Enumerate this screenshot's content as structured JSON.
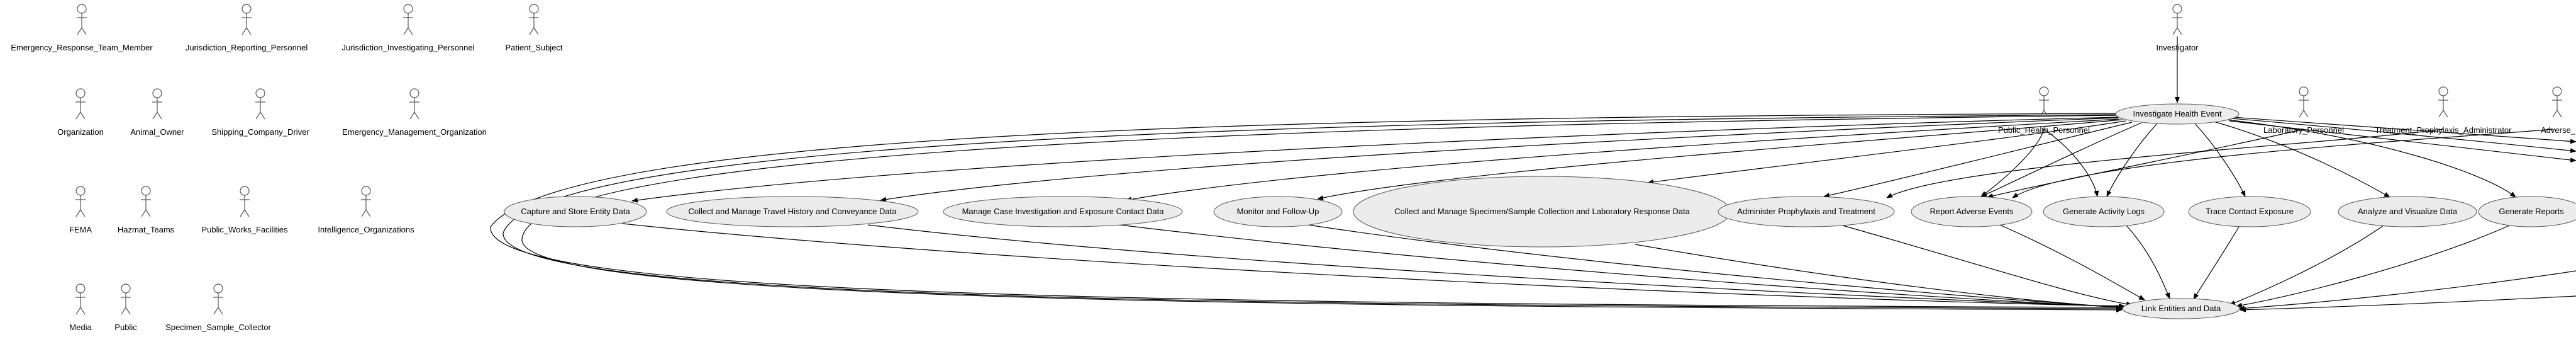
{
  "actors": [
    {
      "id": "a1",
      "label": "Emergency_Response_Team_Member"
    },
    {
      "id": "a2",
      "label": "Jurisdiction_Reporting_Personnel"
    },
    {
      "id": "a3",
      "label": "Jurisdiction_Investigating_Personnel"
    },
    {
      "id": "a4",
      "label": "Patient_Subject"
    },
    {
      "id": "a5",
      "label": "Investigator"
    },
    {
      "id": "a6",
      "label": "Organization"
    },
    {
      "id": "a7",
      "label": "Animal_Owner"
    },
    {
      "id": "a8",
      "label": "Shipping_Company_Driver"
    },
    {
      "id": "a9",
      "label": "Emergency_Management_Organization"
    },
    {
      "id": "a10",
      "label": "Public_Health_Personnel"
    },
    {
      "id": "a11",
      "label": "Laboratory_Personnel"
    },
    {
      "id": "a12",
      "label": "Treatment_Prophylaxis_Administrator"
    },
    {
      "id": "a13",
      "label": "Adverse_"
    },
    {
      "id": "a14",
      "label": "FEMA"
    },
    {
      "id": "a15",
      "label": "Hazmat_Teams"
    },
    {
      "id": "a16",
      "label": "Public_Works_Facilities"
    },
    {
      "id": "a17",
      "label": "Intelligence_Organizations"
    },
    {
      "id": "a18",
      "label": "Media"
    },
    {
      "id": "a19",
      "label": "Public"
    },
    {
      "id": "a20",
      "label": "Specimen_Sample_Collector"
    }
  ],
  "usecases": [
    {
      "id": "u0",
      "label": "Investigate Health Event"
    },
    {
      "id": "u1",
      "label": "Capture and Store Entity Data"
    },
    {
      "id": "u2",
      "label": "Collect and Manage Travel History and Conveyance Data"
    },
    {
      "id": "u3",
      "label": "Manage Case Investigation and Exposure Contact Data"
    },
    {
      "id": "u4",
      "label": "Monitor and Follow-Up"
    },
    {
      "id": "u5",
      "label": "Collect and Manage Specimen/Sample Collection and Laboratory Response Data"
    },
    {
      "id": "u6",
      "label": "Administer Prophylaxis and Treatment"
    },
    {
      "id": "u7",
      "label": "Report Adverse Events"
    },
    {
      "id": "u8",
      "label": "Generate Activity Logs"
    },
    {
      "id": "u9",
      "label": "Trace Contact Exposure"
    },
    {
      "id": "u10",
      "label": "Analyze and Visualize Data"
    },
    {
      "id": "u11",
      "label": "Generate Reports"
    },
    {
      "id": "u12",
      "label": "Link Entities and Data"
    }
  ]
}
